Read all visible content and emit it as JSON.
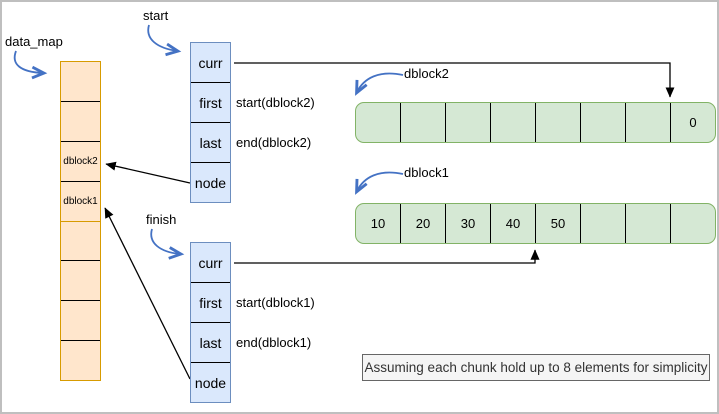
{
  "labels": {
    "data_map": "data_map",
    "start": "start",
    "finish": "finish",
    "dblock2": "dblock2",
    "dblock1": "dblock1"
  },
  "data_map": {
    "cells": [
      "",
      "",
      "dblock2",
      "dblock1",
      "",
      "",
      "",
      ""
    ]
  },
  "start_iterator": {
    "fields": [
      "curr",
      "first",
      "last",
      "node"
    ],
    "first_annotation": "start(dblock2)",
    "last_annotation": "end(dblock2)"
  },
  "finish_iterator": {
    "fields": [
      "curr",
      "first",
      "last",
      "node"
    ],
    "first_annotation": "start(dblock1)",
    "last_annotation": "end(dblock1)"
  },
  "dblock2": {
    "cells": [
      "",
      "",
      "",
      "",
      "",
      "",
      "",
      "0"
    ]
  },
  "dblock1": {
    "cells": [
      "10",
      "20",
      "30",
      "40",
      "50",
      "",
      "",
      ""
    ]
  },
  "note": "Assuming each chunk hold up to 8 elements for simplicity",
  "colors": {
    "map_fill": "#FFE6CC",
    "map_border": "#D79B00",
    "iterator_fill": "#DAE8FC",
    "iterator_border": "#6C8EBF",
    "chunk_fill": "#D5E8D4",
    "chunk_border": "#82B366",
    "connector": "#000000",
    "curve_arrow": "#4472C4",
    "note_fill": "#F5F5F5",
    "note_border": "#666666"
  }
}
